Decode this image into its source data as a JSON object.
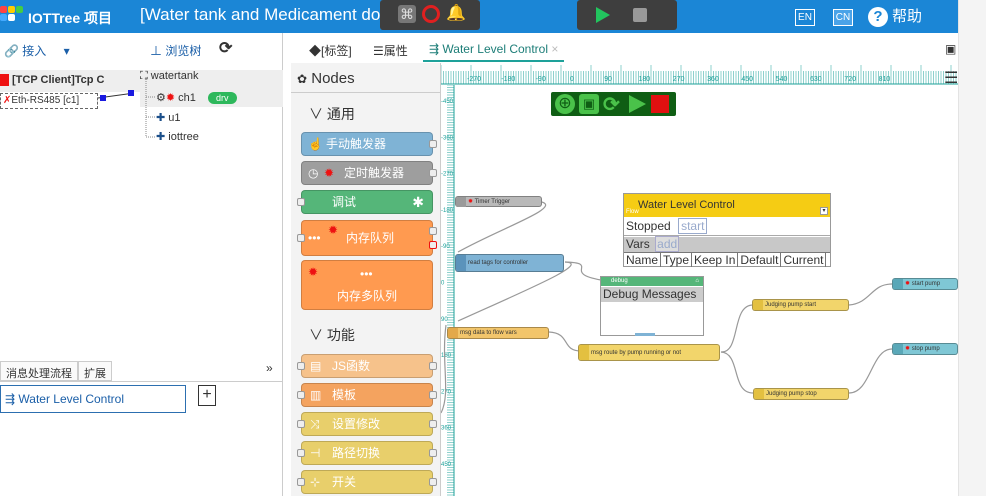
{
  "header": {
    "app_title": "IOTTree 项目",
    "project_title": "[Water tank and Medicament dosing]",
    "lang_en": "EN",
    "lang_cn": "CN",
    "help": "帮助",
    "accent": "#1b86d6"
  },
  "left": {
    "access_label": "接入",
    "browse_label": "浏览树",
    "conn_name": "[TCP Client]Tcp C",
    "conn_sub": "Eth-RS485 [c1]",
    "tree": {
      "root": "watertank",
      "ch1": "ch1",
      "ch1_badge": "drv",
      "u1": "u1",
      "iottree": "iottree"
    }
  },
  "bottom": {
    "tab_flow": "消息处理流程",
    "tab_ext": "扩展",
    "flow_item": "Water Level Control",
    "add": "+"
  },
  "tabs": {
    "tags": "[标签]",
    "props": "属性",
    "wl": "Water Level Control",
    "close": "×"
  },
  "nodes": {
    "title": "Nodes",
    "sect_general": "通用",
    "sect_func": "功能",
    "items": {
      "manual": "手动触发器",
      "timer": "定时触发器",
      "debug": "调试",
      "memq": "内存队列",
      "memmq": "内存多队列",
      "js": "JS函数",
      "tmpl": "模板",
      "setmod": "设置修改",
      "route": "路径切换",
      "switch": "开关"
    }
  },
  "ruler": {
    "x": [
      "-270",
      "-180",
      "-90",
      "0",
      "90",
      "180",
      "270",
      "360",
      "450",
      "540",
      "630",
      "720",
      "810"
    ],
    "y": [
      "-450",
      "-360",
      "-270",
      "-180",
      "-90",
      "0",
      "90",
      "180",
      "270",
      "360",
      "450"
    ]
  },
  "flow": {
    "timer": "Timer Trigger",
    "read_tags": "read tags for controller",
    "msg_data": "msg data to flow vars",
    "msg_route": "msg route by pump running or not",
    "judge_start": "Judging pump start",
    "judge_stop": "Judging pump stop",
    "start_pump": "start pump",
    "stop_pump": "stop pump",
    "debug_label": "debug",
    "debug_title": "Debug Messages",
    "wlc": {
      "title": "Water Level Control",
      "flow_tag": "Flow",
      "status": "Stopped",
      "start": "start",
      "vars": "Vars",
      "add": "add",
      "cols": [
        "Name",
        "Type",
        "Keep In",
        "Default",
        "Current"
      ]
    }
  }
}
